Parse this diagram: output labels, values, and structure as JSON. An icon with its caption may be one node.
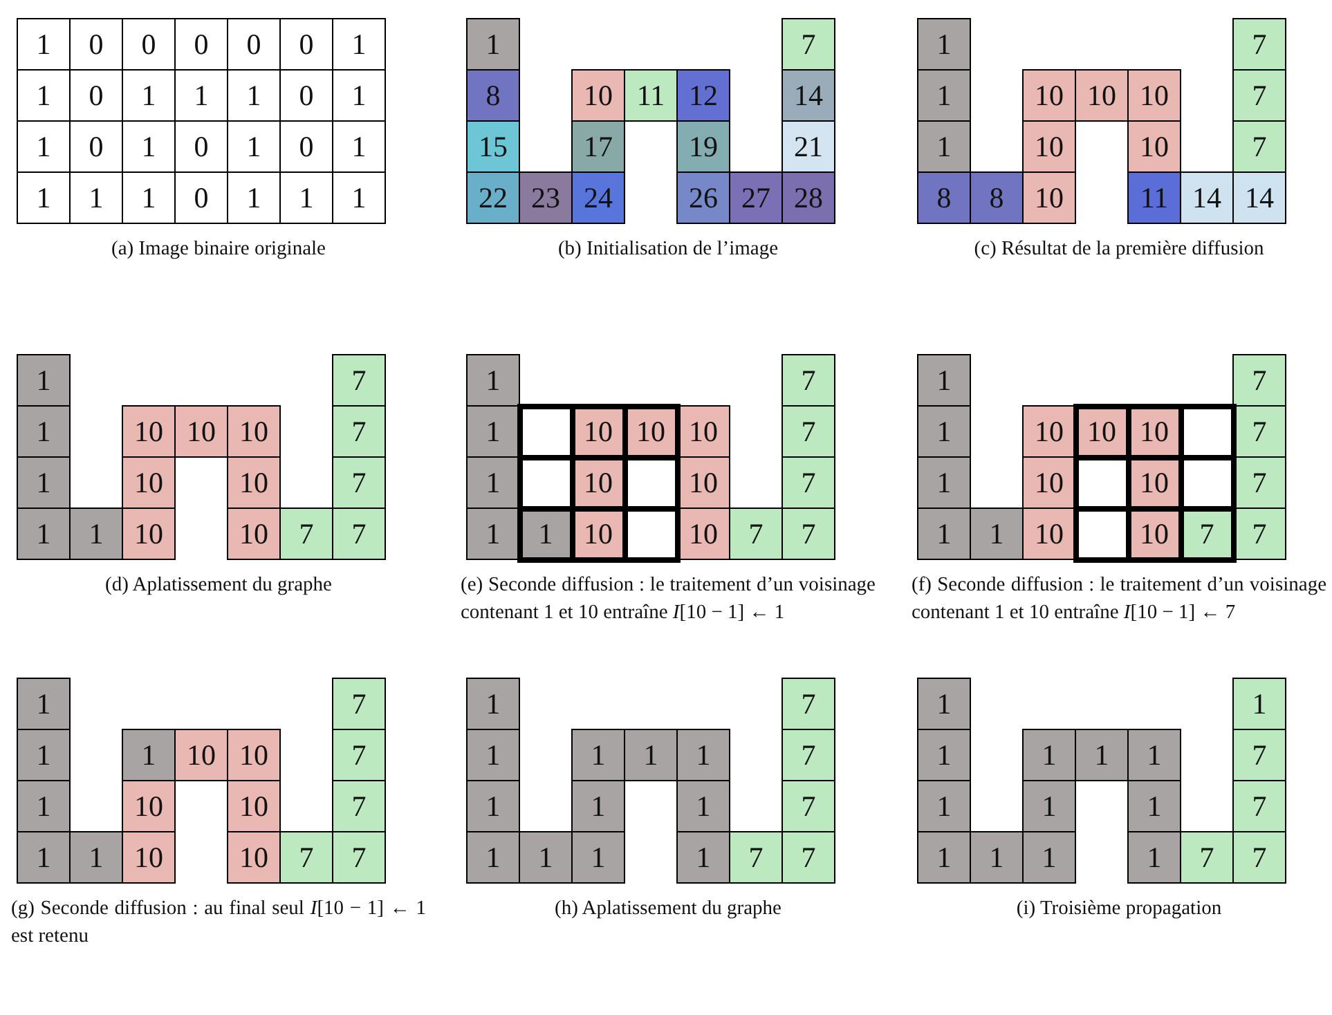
{
  "diagram": {
    "nodes": [
      {
        "text": [
          "1"
        ]
      },
      {
        "text": [
          "0"
        ]
      },
      {
        "text": [
          "0"
        ]
      },
      {
        "text": [
          "0"
        ]
      },
      {
        "text": [
          "0"
        ]
      },
      {
        "text": [
          "0"
        ]
      },
      {
        "text": [
          "1"
        ]
      },
      {
        "text": [
          "1"
        ]
      },
      {
        "text": [
          "0"
        ]
      },
      {
        "text": [
          "1"
        ]
      },
      {
        "text": [
          "1"
        ]
      },
      {
        "text": [
          "1"
        ]
      },
      {
        "text": [
          "0"
        ]
      },
      {
        "text": [
          "1"
        ]
      },
      {
        "text": [
          "1"
        ]
      },
      {
        "text": [
          "0"
        ]
      },
      {
        "text": [
          "1"
        ]
      },
      {
        "text": [
          "0"
        ]
      },
      {
        "text": [
          "1"
        ]
      },
      {
        "text": [
          "0"
        ]
      },
      {
        "text": [
          "1"
        ]
      },
      {
        "text": [
          "1"
        ]
      },
      {
        "text": [
          "1"
        ]
      },
      {
        "text": [
          "1"
        ]
      },
      {
        "text": [
          "0"
        ]
      },
      {
        "text": [
          "1"
        ]
      },
      {
        "text": [
          "1"
        ]
      },
      {
        "text": [
          "1"
        ]
      },
      {
        "text": [
          "1"
        ]
      },
      {
        "text": [
          "7"
        ]
      },
      {
        "text": [
          "8"
        ]
      },
      {
        "text": [
          "10"
        ]
      },
      {
        "text": [
          "11"
        ]
      },
      {
        "text": [
          "12"
        ]
      },
      {
        "text": [
          "14"
        ]
      },
      {
        "text": [
          "15"
        ]
      },
      {
        "text": [
          "17"
        ]
      },
      {
        "text": [
          "19"
        ]
      },
      {
        "text": [
          "21"
        ]
      },
      {
        "text": [
          "22"
        ]
      },
      {
        "text": [
          "23"
        ]
      },
      {
        "text": [
          "24"
        ]
      },
      {
        "text": [
          "26"
        ]
      },
      {
        "text": [
          "27"
        ]
      },
      {
        "text": [
          "28"
        ]
      },
      {
        "text": [
          "1"
        ]
      },
      {
        "text": [
          "7"
        ]
      },
      {
        "text": [
          "1"
        ]
      },
      {
        "text": [
          "10"
        ]
      },
      {
        "text": [
          "10"
        ]
      },
      {
        "text": [
          "10"
        ]
      },
      {
        "text": [
          "7"
        ]
      },
      {
        "text": [
          "1"
        ]
      },
      {
        "text": [
          "10"
        ]
      },
      {
        "text": [
          "10"
        ]
      },
      {
        "text": [
          "7"
        ]
      },
      {
        "text": [
          "8"
        ]
      },
      {
        "text": [
          "8"
        ]
      },
      {
        "text": [
          "10"
        ]
      },
      {
        "text": [
          "11"
        ]
      },
      {
        "text": [
          "14"
        ]
      },
      {
        "text": [
          "14"
        ]
      },
      {
        "text": [
          "1"
        ]
      },
      {
        "text": [
          "7"
        ]
      },
      {
        "text": [
          "1"
        ]
      },
      {
        "text": [
          "10"
        ]
      },
      {
        "text": [
          "10"
        ]
      },
      {
        "text": [
          "10"
        ]
      },
      {
        "text": [
          "7"
        ]
      },
      {
        "text": [
          "1"
        ]
      },
      {
        "text": [
          "10"
        ]
      },
      {
        "text": [
          "10"
        ]
      },
      {
        "text": [
          "7"
        ]
      },
      {
        "text": [
          "1"
        ]
      },
      {
        "text": [
          "1"
        ]
      },
      {
        "text": [
          "10"
        ]
      },
      {
        "text": [
          "10"
        ]
      },
      {
        "text": [
          "7"
        ]
      },
      {
        "text": [
          "7"
        ]
      },
      {
        "text": [
          "1"
        ]
      },
      {
        "text": [
          "7"
        ]
      },
      {
        "text": [
          "1"
        ]
      },
      {
        "text": [],
        "shape": "box"
      },
      {
        "text": [
          "10"
        ]
      },
      {
        "text": [
          "10"
        ]
      },
      {
        "text": [
          "10"
        ]
      },
      {
        "text": [
          "7"
        ]
      },
      {
        "text": [
          "1"
        ]
      },
      {
        "text": [],
        "shape": "box"
      },
      {
        "text": [
          "10"
        ]
      },
      {
        "text": [],
        "shape": "box"
      },
      {
        "text": [
          "10"
        ]
      },
      {
        "text": [
          "7"
        ]
      },
      {
        "text": [
          "1"
        ]
      },
      {
        "text": [
          "1"
        ]
      },
      {
        "text": [
          "10"
        ]
      },
      {
        "text": [],
        "shape": "box"
      },
      {
        "text": [
          "10"
        ]
      },
      {
        "text": [
          "7"
        ]
      },
      {
        "text": [
          "7"
        ]
      },
      {
        "text": [
          "1"
        ]
      },
      {
        "text": [
          "7"
        ]
      },
      {
        "text": [
          "1"
        ]
      },
      {
        "text": [
          "10"
        ]
      },
      {
        "text": [
          "10"
        ]
      },
      {
        "text": [
          "10"
        ]
      },
      {
        "text": [],
        "shape": "box"
      },
      {
        "text": [
          "7"
        ]
      },
      {
        "text": [
          "1"
        ]
      },
      {
        "text": [
          "10"
        ]
      },
      {
        "text": [],
        "shape": "box"
      },
      {
        "text": [
          "10"
        ]
      },
      {
        "text": [],
        "shape": "box"
      },
      {
        "text": [
          "7"
        ]
      },
      {
        "text": [
          "1"
        ]
      },
      {
        "text": [
          "1"
        ]
      },
      {
        "text": [
          "10"
        ]
      },
      {
        "text": [],
        "shape": "box"
      },
      {
        "text": [
          "10"
        ]
      },
      {
        "text": [
          "7"
        ]
      },
      {
        "text": [
          "7"
        ]
      },
      {
        "text": [
          "1"
        ]
      },
      {
        "text": [
          "7"
        ]
      },
      {
        "text": [
          "1"
        ]
      },
      {
        "text": [
          "1"
        ]
      },
      {
        "text": [
          "10"
        ]
      },
      {
        "text": [
          "10"
        ]
      },
      {
        "text": [
          "7"
        ]
      },
      {
        "text": [
          "1"
        ]
      },
      {
        "text": [
          "10"
        ]
      },
      {
        "text": [
          "10"
        ]
      },
      {
        "text": [
          "7"
        ]
      },
      {
        "text": [
          "1"
        ]
      },
      {
        "text": [
          "1"
        ]
      },
      {
        "text": [
          "10"
        ]
      },
      {
        "text": [
          "10"
        ]
      },
      {
        "text": [
          "7"
        ]
      },
      {
        "text": [
          "7"
        ]
      },
      {
        "text": [
          "1"
        ]
      },
      {
        "text": [
          "7"
        ]
      },
      {
        "text": [
          "1"
        ]
      },
      {
        "text": [
          "1"
        ]
      },
      {
        "text": [
          "1"
        ]
      },
      {
        "text": [
          "1"
        ]
      },
      {
        "text": [
          "7"
        ]
      },
      {
        "text": [
          "1"
        ]
      },
      {
        "text": [
          "1"
        ]
      },
      {
        "text": [
          "1"
        ]
      },
      {
        "text": [
          "7"
        ]
      },
      {
        "text": [
          "1"
        ]
      },
      {
        "text": [
          "1"
        ]
      },
      {
        "text": [
          "1"
        ]
      },
      {
        "text": [
          "1"
        ]
      },
      {
        "text": [
          "7"
        ]
      },
      {
        "text": [
          "7"
        ]
      },
      {
        "text": [
          "1"
        ]
      },
      {
        "text": [
          "1"
        ]
      },
      {
        "text": [
          "1"
        ]
      },
      {
        "text": [
          "1"
        ]
      },
      {
        "text": [
          "1"
        ]
      },
      {
        "text": [
          "1"
        ]
      },
      {
        "text": [
          "7"
        ]
      },
      {
        "text": [
          "1"
        ]
      },
      {
        "text": [
          "1"
        ]
      },
      {
        "text": [
          "1"
        ]
      },
      {
        "text": [
          "7"
        ]
      },
      {
        "text": [
          "1"
        ]
      },
      {
        "text": [
          "1"
        ]
      },
      {
        "text": [
          "1"
        ]
      },
      {
        "text": [
          "1"
        ]
      },
      {
        "text": [
          "7"
        ]
      },
      {
        "text": [
          "7"
        ]
      }
    ],
    "labels": [
      "(a) Image binaire originale",
      "(b) Initialisation de l’image",
      "(c) Résultat de la première diffusion",
      "(d) Aplatissement du graphe",
      "(e) Seconde diffusion : le traitement d’un voisinage contenant 1 et 10 entraîne *I*[10 − 1] ← 1",
      "(f) Seconde diffusion : le traitement d’un voisinage contenant 1 et 10 entraîne *I*[10 − 1] ← 7",
      "(g) Seconde diffusion : au final seul *I*[10 − 1] ← 1 est retenu",
      "(h) Aplatissement du graphe",
      "(i) Troisième propagation"
    ]
  }
}
